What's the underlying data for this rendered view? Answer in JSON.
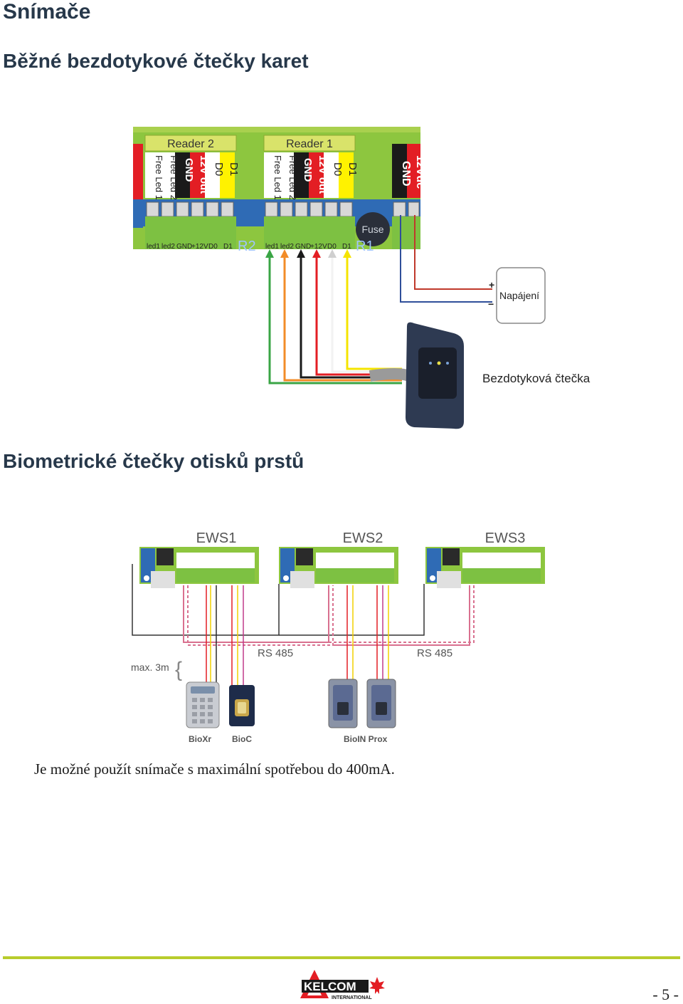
{
  "page": {
    "title": "Snímače",
    "section1_title": "Běžné bezdotykové čtečky karet",
    "section2_title": "Biometrické čtečky otisků prstů",
    "body_text": "Je možné použít snímače s maximální spotřebou do 400mA.",
    "page_number": "- 5 -"
  },
  "diagram1": {
    "reader2_label": "Reader 2",
    "reader1_label": "Reader 1",
    "terminals_reader2": [
      "Free Led 1",
      "Free Led 2",
      "GND",
      "12V out",
      "D0",
      "D1"
    ],
    "terminals_reader1": [
      "Free Led 1",
      "Free Led 2",
      "GND",
      "12V out",
      "D0",
      "D1"
    ],
    "terminals_power": [
      "GND",
      "12Vdc"
    ],
    "fuse_label": "Fuse",
    "board_label_r2": "R2",
    "board_label_r1": "R1",
    "bottom_labels": [
      "led1",
      "led2",
      "GND",
      "+12V",
      "D0",
      "D1"
    ],
    "power_plus": "+",
    "power_minus": "−",
    "power_label": "Napájení",
    "reader_label": "Bezdotyková čtečka"
  },
  "diagram2": {
    "units": [
      "EWS1",
      "EWS2",
      "EWS3"
    ],
    "bus_label_1": "RS 485",
    "bus_label_2": "RS 485",
    "distance_label": "max. 3m",
    "device_labels": [
      "BioXr",
      "BioC",
      "BioIN Prox"
    ]
  },
  "footer": {
    "logo_text": "KELCOM",
    "logo_subtext": "INTERNATIONAL"
  },
  "colors": {
    "accent_green": "#b8cc2c",
    "board_green": "#8dc63f",
    "board_blue": "#2f6bb5",
    "heading": "#27384a"
  }
}
